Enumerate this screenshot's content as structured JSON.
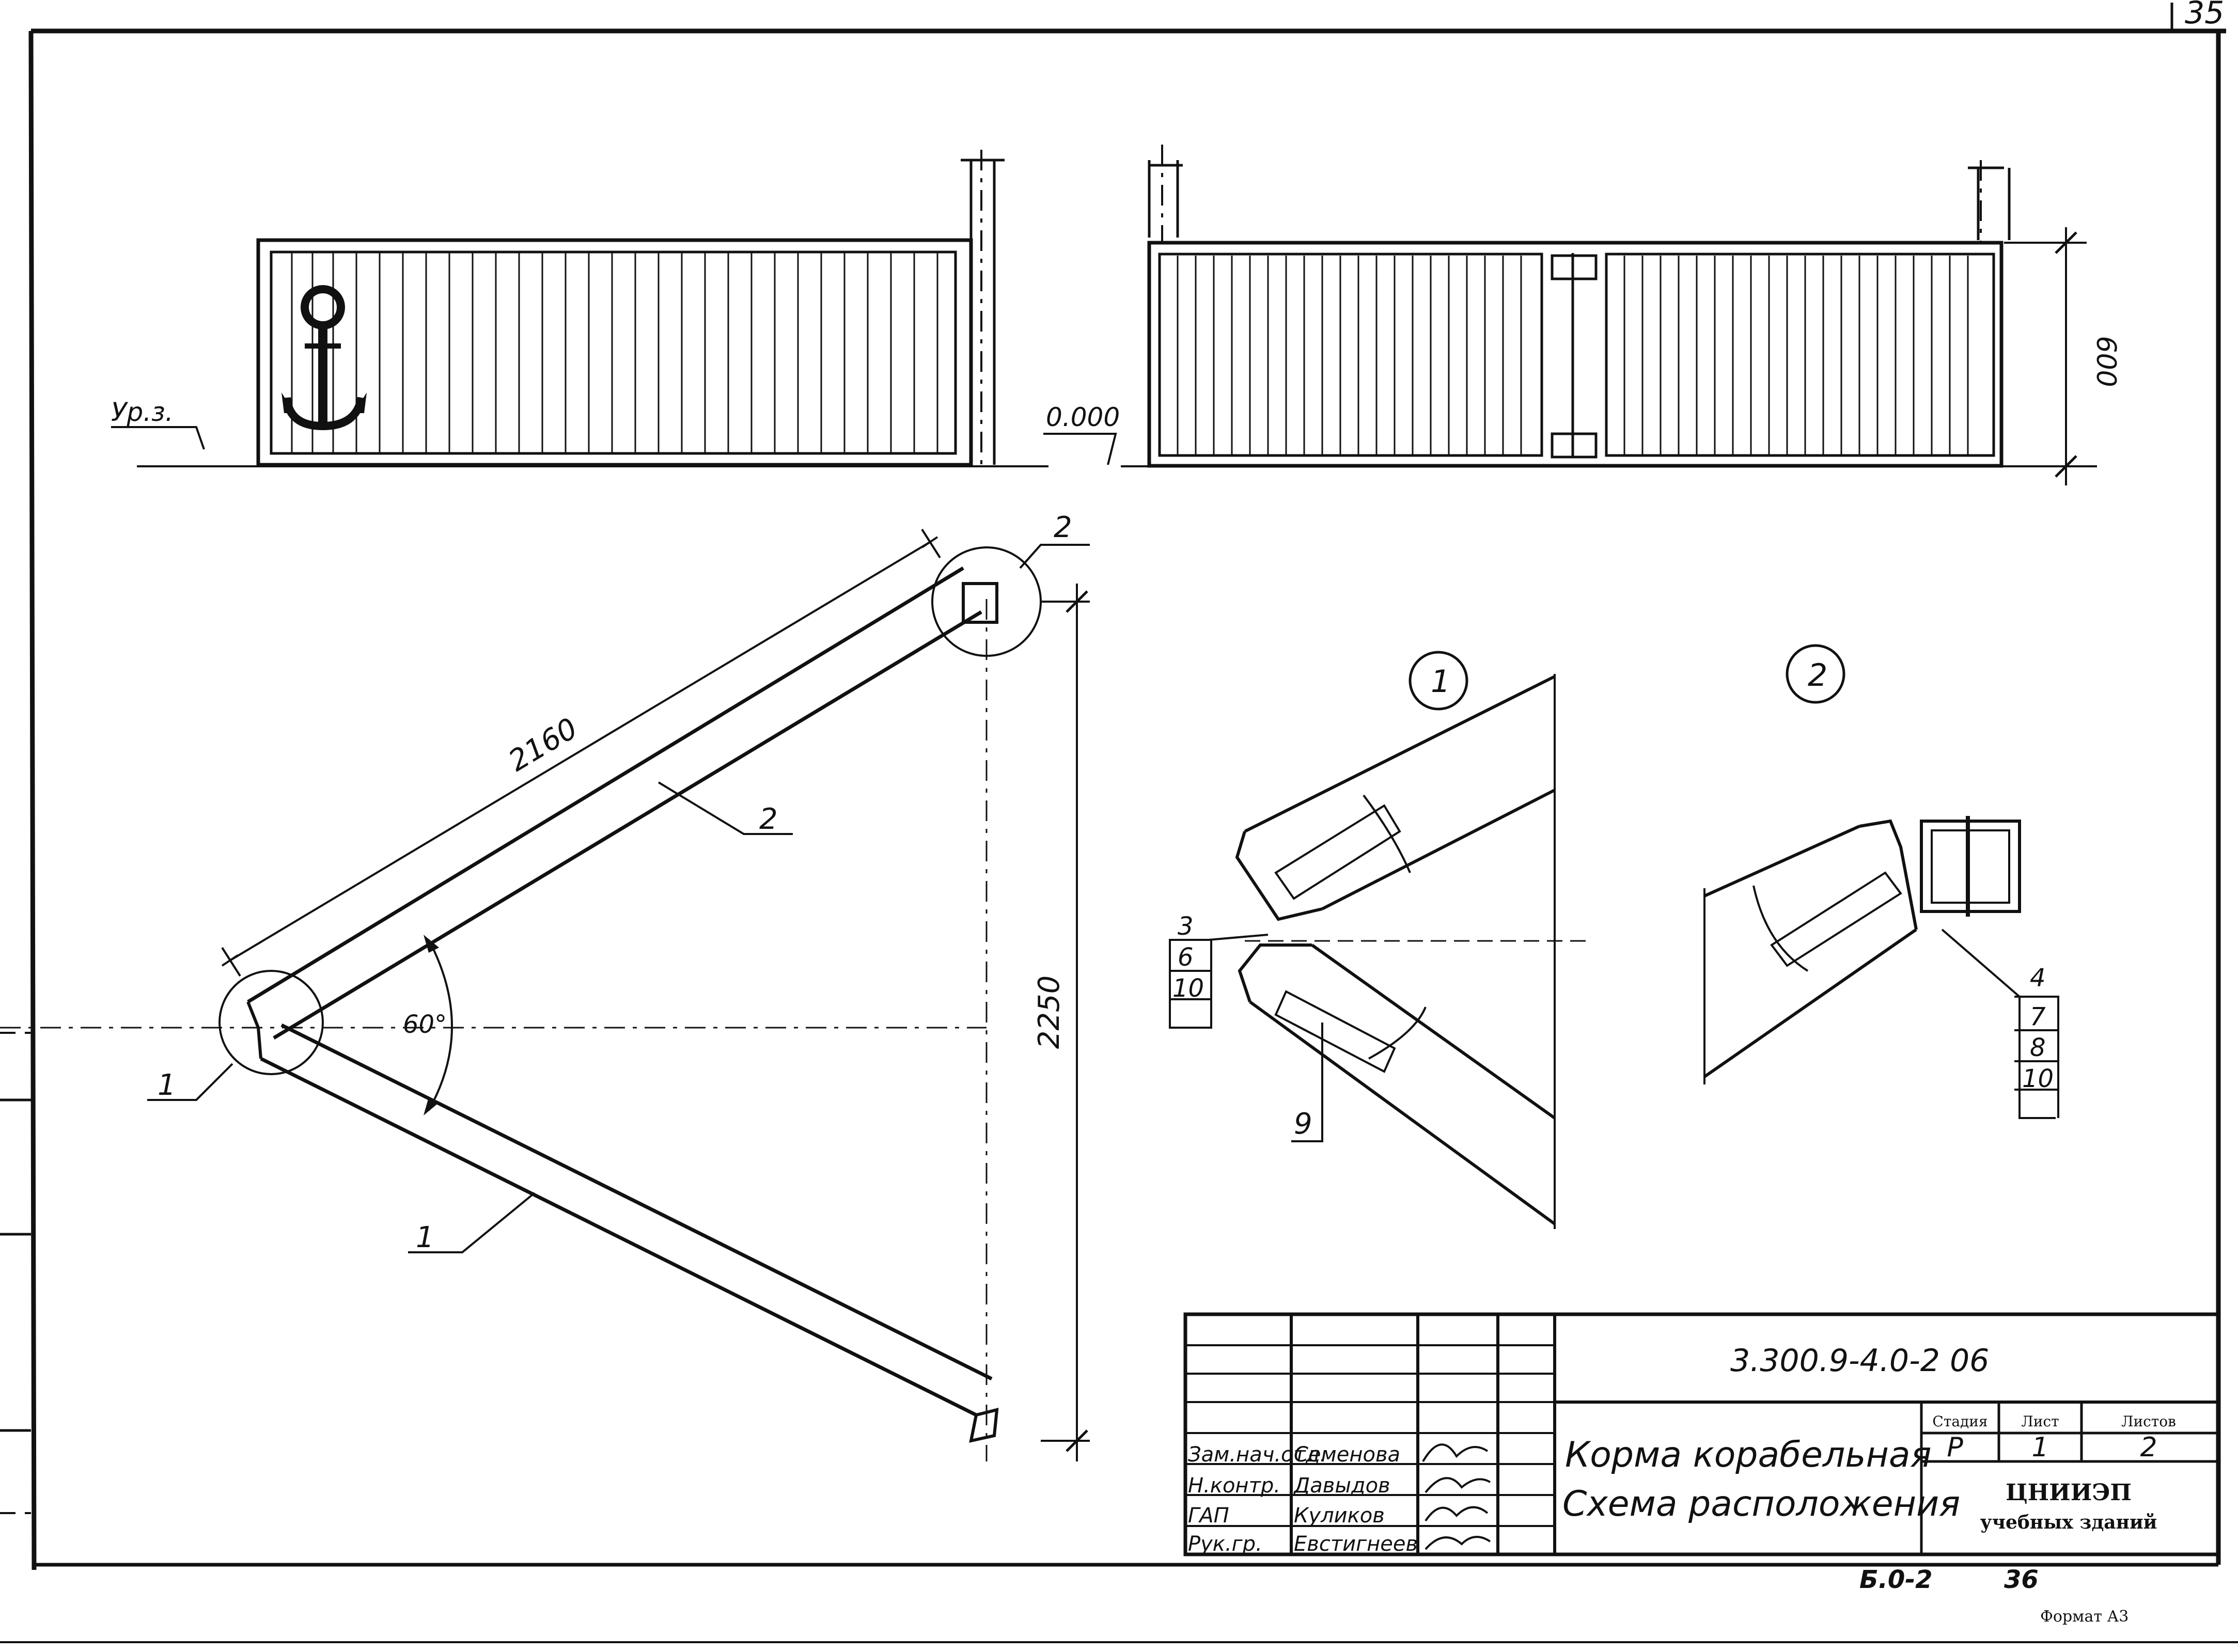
{
  "sheet_number": "35",
  "elevation": {
    "level_left": "Ур.з.",
    "level_zero": "0.000",
    "height_dim": "600"
  },
  "plan": {
    "dim_length": "2160",
    "dim_depth": "2250",
    "angle": "60°",
    "callout_1": "1",
    "callout_2_top": "2",
    "callout_2_beam": "2",
    "callout_1_beam": "1"
  },
  "detail1": {
    "title": "1",
    "labels": [
      "3",
      "6",
      "10"
    ],
    "label_9": "9"
  },
  "detail2": {
    "title": "2",
    "labels": [
      "4",
      "7",
      "8",
      "10"
    ]
  },
  "title_block": {
    "code": "3.300.9-4.0-2 06",
    "name_line1": "Корма корабельная",
    "name_line2": "Схема расположения",
    "stage_header": "Стадия",
    "sheet_header": "Лист",
    "sheets_header": "Листов",
    "stage": "Р",
    "sheet": "1",
    "sheets": "2",
    "org_line1": "ЦНИИЭП",
    "org_line2": "учебных зданий",
    "roles": [
      "Зам.нач.отд.",
      "Н.контр.",
      "ГАП",
      "Рук.гр."
    ],
    "names": [
      "Семенова",
      "Давыдов",
      "Куликов",
      "Евстигнеев"
    ]
  },
  "footer": {
    "series": "Б.0-2",
    "page": "36",
    "format": "Формат А3"
  }
}
